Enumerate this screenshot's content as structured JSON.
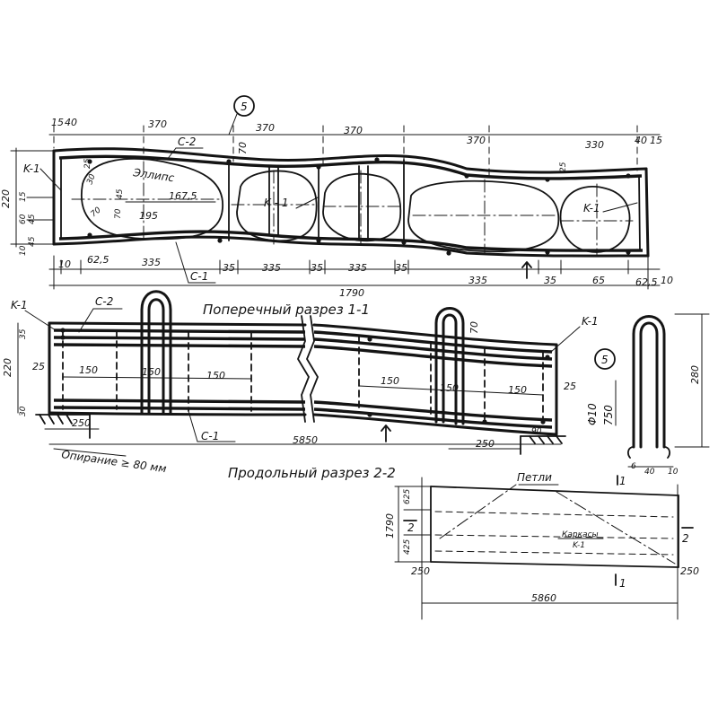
{
  "cross_section": {
    "title": "Поперечный разрез 1-1",
    "top_dims": [
      "15",
      "40",
      "370",
      "370",
      "370",
      "370",
      "330",
      "40",
      "15"
    ],
    "bottom_dims": [
      "10",
      "62,5",
      "335",
      "35",
      "335",
      "35",
      "335",
      "35",
      "335",
      "35",
      "65",
      "62,5",
      "10"
    ],
    "overall_width": "1790",
    "height": "220",
    "left_dims": [
      "15",
      "60",
      "45",
      "45",
      "10"
    ],
    "inner_dims": [
      "30",
      "25",
      "45",
      "70",
      "70"
    ],
    "ellipse_label": "Эллипс",
    "ellipse_dims": [
      "167,5",
      "195"
    ],
    "dim_70": "70",
    "dim_25": "25",
    "callout": "5",
    "labels": {
      "k1_left": "K-1",
      "c2": "C-2",
      "c1": "C-1",
      "k1_mid": "K - 1",
      "k1_right": "K-1"
    }
  },
  "longitudinal_section": {
    "title": "Продольный разрез 2-2",
    "height": "220",
    "left_dims": [
      "35",
      "25",
      "30"
    ],
    "spacings": [
      "150",
      "150",
      "150",
      "150",
      "150",
      "150"
    ],
    "support_left": "250",
    "support_right": "250",
    "length": "5850",
    "right_dims": [
      "25",
      "90"
    ],
    "dim_70": "70",
    "support_note": "Опирание ≥ 80 мм",
    "labels": {
      "k1_left": "K-1",
      "c2": "C-2",
      "c1": "C-1",
      "k1_right": "K-1"
    }
  },
  "loop_detail": {
    "callout": "5",
    "rebar": "Φ10",
    "length": "750",
    "height": "280",
    "dims": [
      "6",
      "40",
      "10"
    ]
  },
  "plan_view": {
    "loops_label": "Петли",
    "frames_label": "Каркасы",
    "frames_label2": "K-1",
    "width": "1790",
    "left_dims": [
      "625",
      "425"
    ],
    "edge_dims": [
      "250",
      "250"
    ],
    "length": "5860",
    "section_mark": "2",
    "section_mark_right": "2",
    "section_1_top": "1",
    "section_1_bottom": "1"
  }
}
